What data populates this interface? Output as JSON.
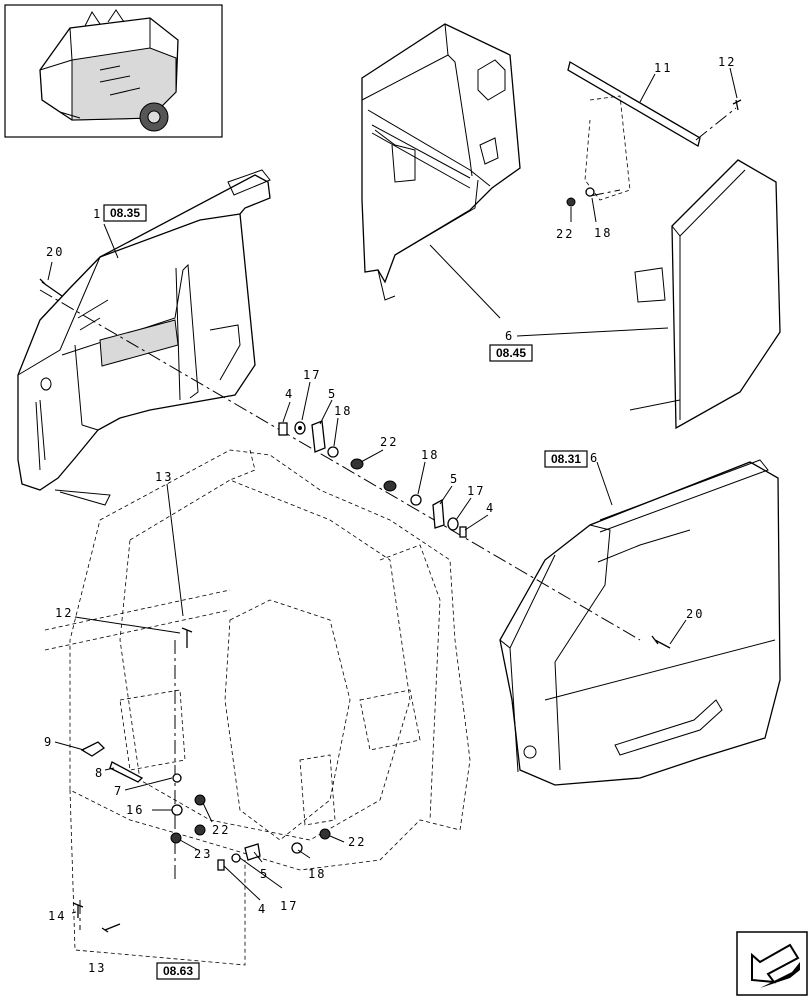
{
  "callouts": {
    "c1": "1",
    "c20a": "20",
    "c4a": "4",
    "c17a": "17",
    "c5a": "5",
    "c18a": "18",
    "c22a": "22",
    "c18b": "18",
    "c5b": "5",
    "c17b": "17",
    "c4b": "4",
    "c13a": "13",
    "c12a": "12",
    "c11": "11",
    "c12b": "12",
    "c22b": "22",
    "c18c": "18",
    "c6a": "6",
    "c6b": "6",
    "c20b": "20",
    "c9": "9",
    "c8": "8",
    "c7": "7",
    "c16": "16",
    "c22c": "22",
    "c23": "23",
    "c4c": "4",
    "c17c": "17",
    "c5c": "5",
    "c18d": "18",
    "c22d": "22",
    "c14": "14",
    "c13b": "13"
  },
  "refs": {
    "ref_0835": "08.35",
    "ref_0845": "08.45",
    "ref_0831": "08.31",
    "ref_0863": "08.63"
  }
}
